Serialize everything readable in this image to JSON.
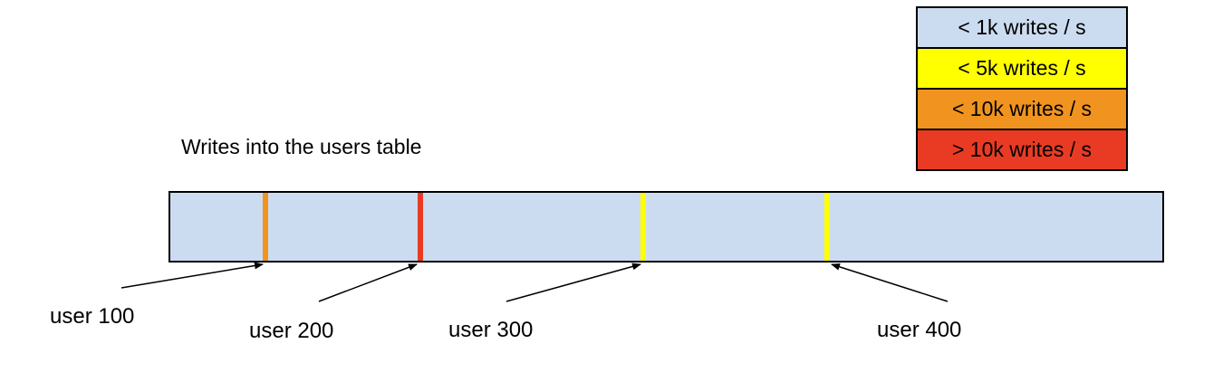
{
  "title": "Writes into the users table",
  "legend": {
    "items": [
      {
        "label": "< 1k writes / s",
        "color": "#ccdcf0"
      },
      {
        "label": "< 5k writes / s",
        "color": "#ffff00"
      },
      {
        "label": "< 10k writes / s",
        "color": "#f0941f"
      },
      {
        "label": "> 10k writes / s",
        "color": "#e93b24"
      }
    ]
  },
  "bar": {
    "fill_color": "#ccdcf0",
    "border_color": "#000000",
    "markers": [
      {
        "user": "user 100",
        "legend_category": "< 10k writes / s",
        "color": "#f0941f",
        "position_pct": 9.6
      },
      {
        "user": "user 200",
        "legend_category": "> 10k writes / s",
        "color": "#e93b24",
        "position_pct": 25.2
      },
      {
        "user": "user 300",
        "legend_category": "< 5k writes / s",
        "color": "#ffff00",
        "position_pct": 47.7
      },
      {
        "user": "user 400",
        "legend_category": "< 5k writes / s",
        "color": "#ffff00",
        "position_pct": 66.2
      }
    ]
  },
  "annotations": [
    {
      "label": "user 100"
    },
    {
      "label": "user 200"
    },
    {
      "label": "user 300"
    },
    {
      "label": "user 400"
    }
  ]
}
